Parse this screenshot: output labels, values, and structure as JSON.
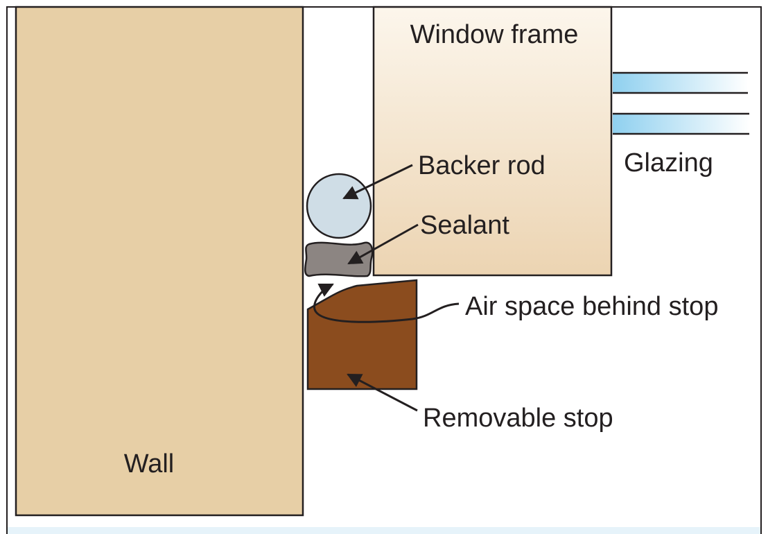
{
  "labels": {
    "window_frame": "Window frame",
    "glazing": "Glazing",
    "backer_rod": "Backer rod",
    "sealant": "Sealant",
    "air_space": "Air space behind stop",
    "removable_stop": "Removable stop",
    "wall": "Wall"
  },
  "colors": {
    "wall": "#e7cfa6",
    "window_frame_top": "#fcf6ec",
    "window_frame_bottom": "#ecd4b2",
    "backer_rod": "#cfdde6",
    "sealant": "#8c8582",
    "removable_stop": "#8b4c1e",
    "glazing": "#8fd0ef",
    "bottom_strip": "#e6f3fa",
    "outline": "#231f20"
  }
}
